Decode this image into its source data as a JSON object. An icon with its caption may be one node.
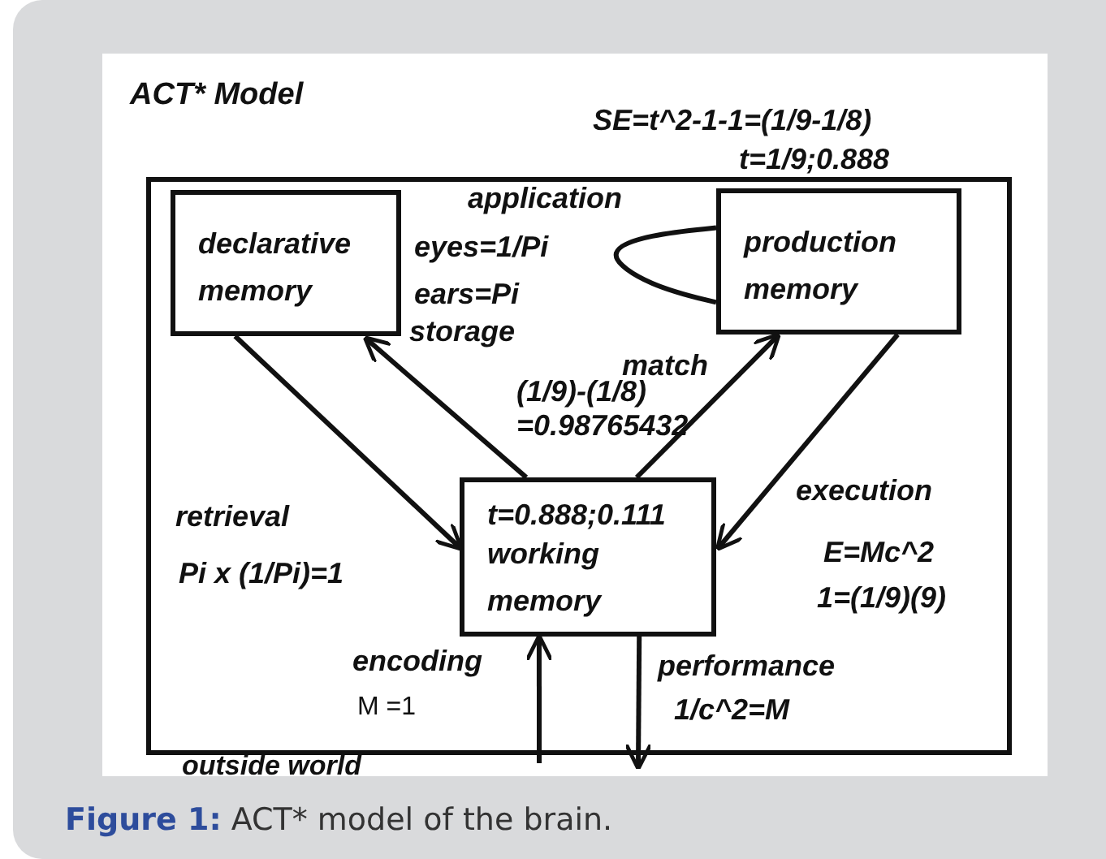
{
  "diagram": {
    "title": "ACT* Model",
    "caption": "**Figure 1:** ACT* model of the brain.",
    "nodes": [
      {
        "text": [],
        "shape": "box"
      },
      {
        "text": [
          "declarative memory"
        ],
        "in": 0
      },
      {
        "text": [
          "production memory"
        ],
        "in": 0
      },
      {
        "text": [
          "t=0.888;0.111",
          "working memory"
        ],
        "in": 0
      }
    ],
    "edges": [
      {
        "from": 1,
        "to": 3,
        "arrow": "to"
      },
      {
        "from": 3,
        "to": 1,
        "arrow": "to"
      },
      {
        "from": 3,
        "to": 2,
        "arrow": "to"
      },
      {
        "from": 2,
        "to": 3,
        "arrow": "to"
      },
      {
        "from": 2,
        "to": 2,
        "arrow": "none"
      },
      {
        "from": null,
        "to": 3,
        "arrow": "to"
      },
      {
        "from": 3,
        "to": null,
        "arrow": "to"
      }
    ],
    "labels": [
      "SE=t^2-1-1=(1/9-1/8)",
      "t=1/9;0.888",
      "application",
      "eyes=1/Pi",
      "ears=Pi",
      "storage",
      "match",
      "(1/9)-(1/8) =0.98765432",
      "retrieval",
      "Pi x (1/Pi)=1",
      "execution",
      "E=Mc^2",
      "1=(1/9)(9)",
      "encoding",
      "M =1",
      "performance",
      "1/c^2=M",
      "outside world"
    ]
  }
}
